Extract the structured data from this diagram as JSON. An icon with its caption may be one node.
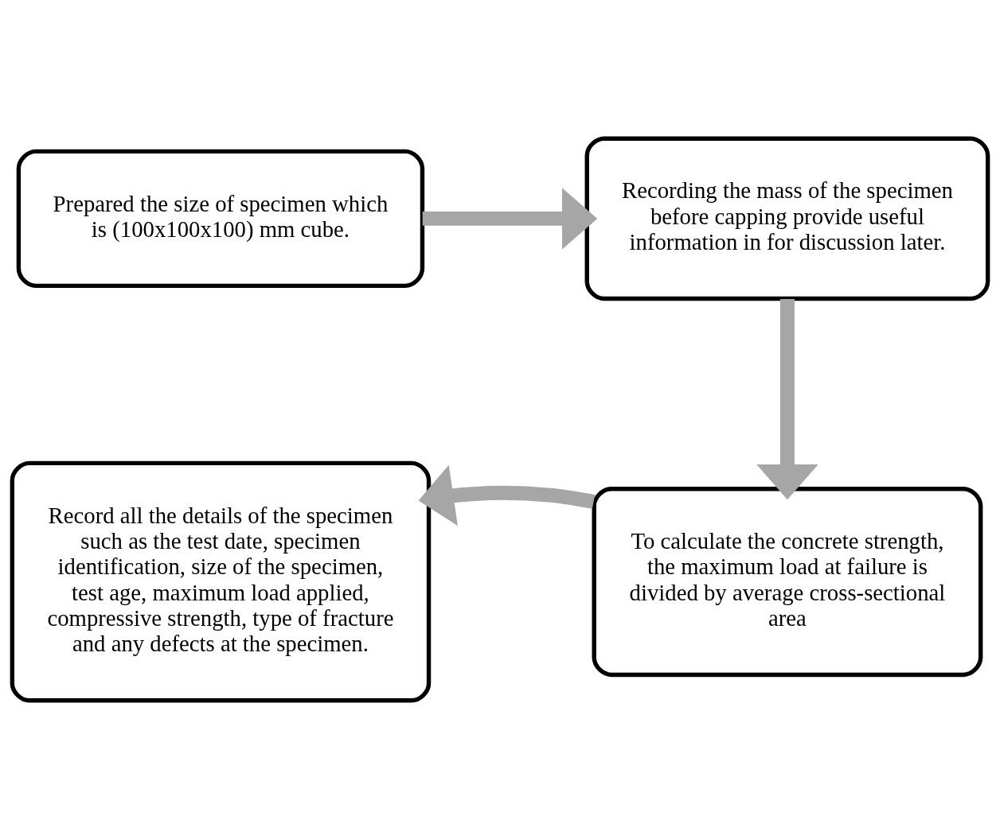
{
  "diagram": {
    "nodes": [
      {
        "text": [
          "Prepared the size of specimen which is (100x100x100) mm cube."
        ]
      },
      {
        "text": [
          "Recording the mass of the specimen before capping provide useful information in for discussion later."
        ]
      },
      {
        "text": [
          "To calculate the concrete strength, the maximum load at failure is divided by average cross-sectional area"
        ]
      },
      {
        "text": [
          "Record all the details of the specimen such as the test date, specimen identification, size of the specimen, test age, maximum load applied, compressive strength, type of fracture and any defects at the specimen."
        ]
      }
    ],
    "edges": [
      {
        "from": 0,
        "to": 1,
        "arrow": "to"
      },
      {
        "from": 1,
        "to": 2,
        "arrow": "to"
      },
      {
        "from": 2,
        "to": 3,
        "arrow": "to"
      }
    ]
  }
}
